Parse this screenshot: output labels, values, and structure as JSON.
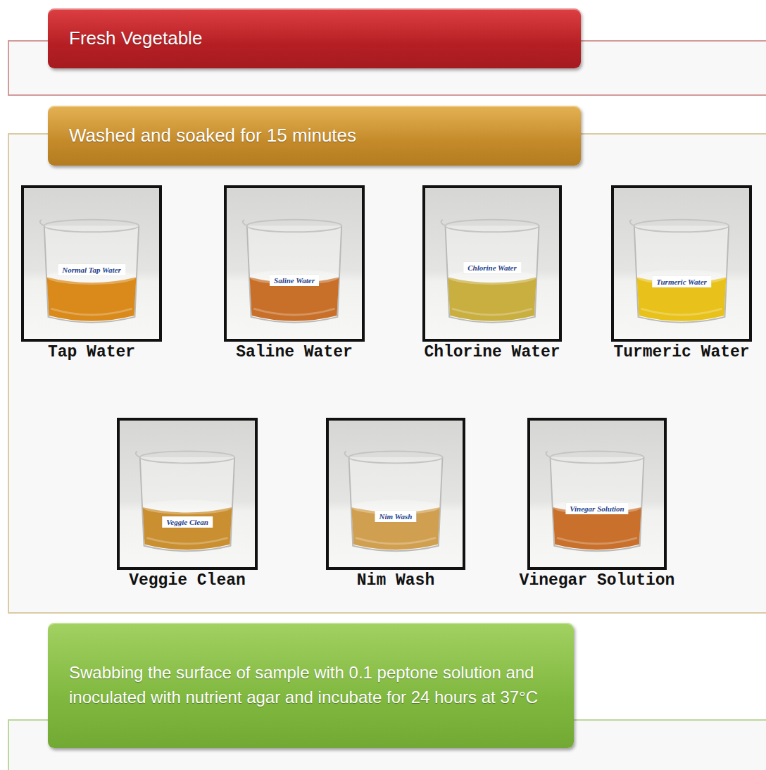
{
  "diagram": {
    "nodes": [
      {
        "text": [
          "Fresh Vegetable"
        ]
      },
      {
        "text": [
          "Washed and soaked for 15 minutes"
        ]
      },
      {
        "text": [
          "Tap Water"
        ]
      },
      {
        "text": [
          "Saline Water"
        ]
      },
      {
        "text": [
          "Chlorine Water"
        ]
      },
      {
        "text": [
          "Turmeric Water"
        ]
      },
      {
        "text": [
          "Veggie Clean"
        ]
      },
      {
        "text": [
          "Nim Wash"
        ]
      },
      {
        "text": [
          "Vinegar Solution"
        ]
      },
      {
        "text": [
          "Swabbing the surface of sample with 0.1 peptone solution and inoculated with nutrient agar and incubate for 24 hours at 37°C"
        ]
      }
    ],
    "labels": [
      "Normal Tap Water",
      "Saline Water",
      "Chlorine Water",
      "Turmeric Water",
      "Veggie Clean",
      "Nim Wash",
      "Vinegar Solution"
    ]
  }
}
